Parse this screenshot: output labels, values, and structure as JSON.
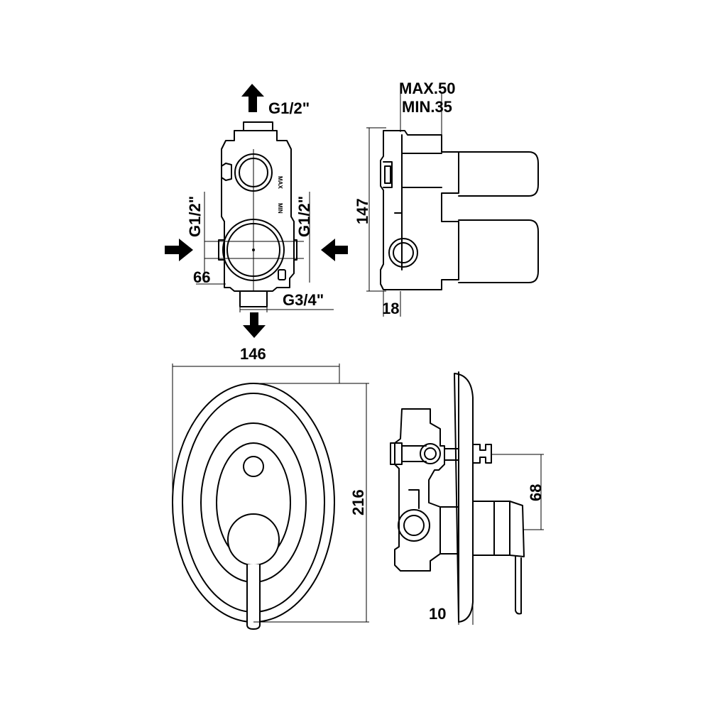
{
  "labels": {
    "inlet_top": "G1/2\"",
    "inlet_left": "G1/2\"",
    "inlet_right": "G1/2\"",
    "outlet_bottom": "G3/4\"",
    "body_max_mark": "MAX",
    "body_min_mark": "MIN"
  },
  "dimensions": {
    "port_spacing": "66",
    "wall_depth_max": "MAX.50",
    "wall_depth_min": "MIN.35",
    "body_height": "147",
    "body_offset": "18",
    "plate_width": "146",
    "plate_height": "216",
    "lever_offset": "68",
    "plate_thickness": "10"
  },
  "colors": {
    "line": "#000000",
    "background": "#ffffff"
  }
}
